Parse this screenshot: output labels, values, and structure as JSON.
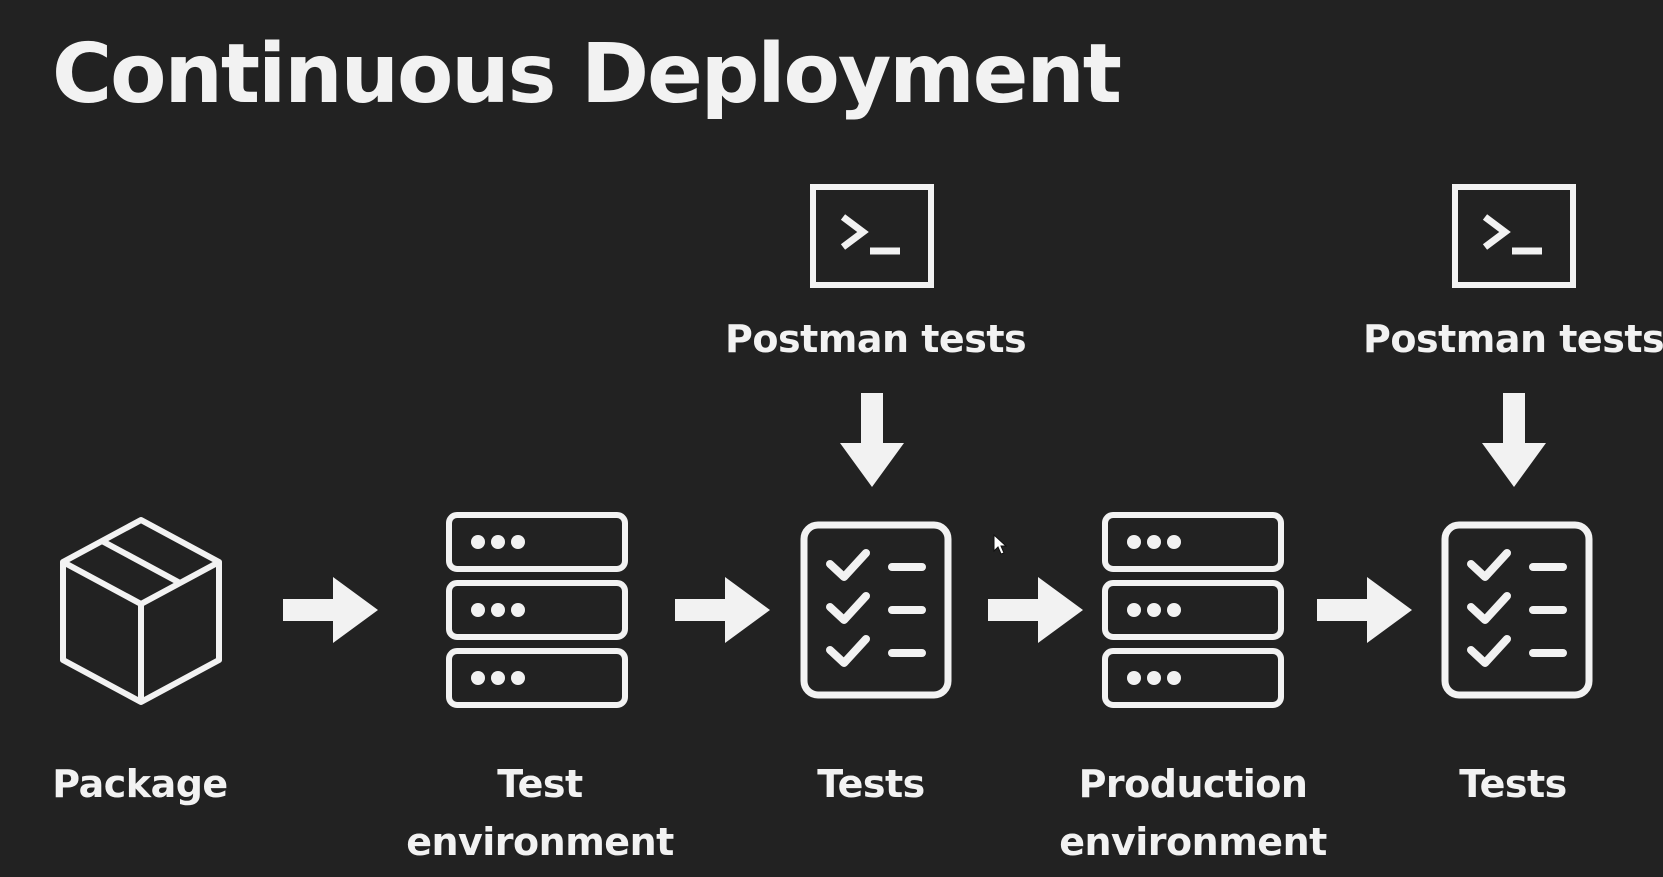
{
  "title": "Continuous Deployment",
  "stages": [
    {
      "label": "Package",
      "icon": "package-box-icon"
    },
    {
      "label": "Test\nenvironment",
      "icon": "server-stack-icon"
    },
    {
      "label": "Tests",
      "icon": "checklist-icon"
    },
    {
      "label": "Production\nenvironment",
      "icon": "server-stack-icon"
    },
    {
      "label": "Tests",
      "icon": "checklist-icon"
    }
  ],
  "test_inputs": [
    {
      "label": "Postman tests",
      "icon": "terminal-icon"
    },
    {
      "label": "Postman tests",
      "icon": "terminal-icon"
    }
  ],
  "colors": {
    "background": "#222222",
    "foreground": "#f2f2f2"
  }
}
